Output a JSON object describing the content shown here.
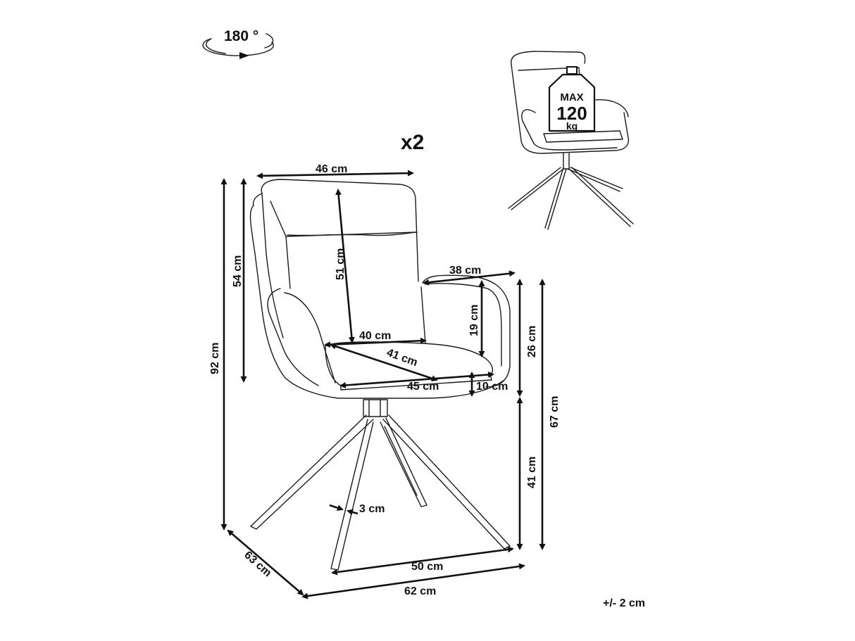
{
  "rotation": {
    "label": "180 °"
  },
  "quantity": {
    "label": "x2"
  },
  "max_load": {
    "line1": "MAX",
    "line2": "120",
    "line3": "kg"
  },
  "dimensions": {
    "width_top": "46 cm",
    "height_total": "92 cm",
    "height_back": "54 cm",
    "back_inner": "51 cm",
    "armrest_depth": "38 cm",
    "armrest_height": "19 cm",
    "seat_width": "40 cm",
    "seat_depth": "41 cm",
    "seat_front": "45 cm",
    "seat_thickness": "10 cm",
    "upper_height": "26 cm",
    "arm_height": "67 cm",
    "leg_height": "41 cm",
    "leg_thickness": "3 cm",
    "base_depth": "63 cm",
    "base_inner": "50 cm",
    "base_width": "62 cm"
  },
  "tolerance": "+/- 2 cm",
  "icons": [
    "rotate-180-icon",
    "weight-icon"
  ]
}
